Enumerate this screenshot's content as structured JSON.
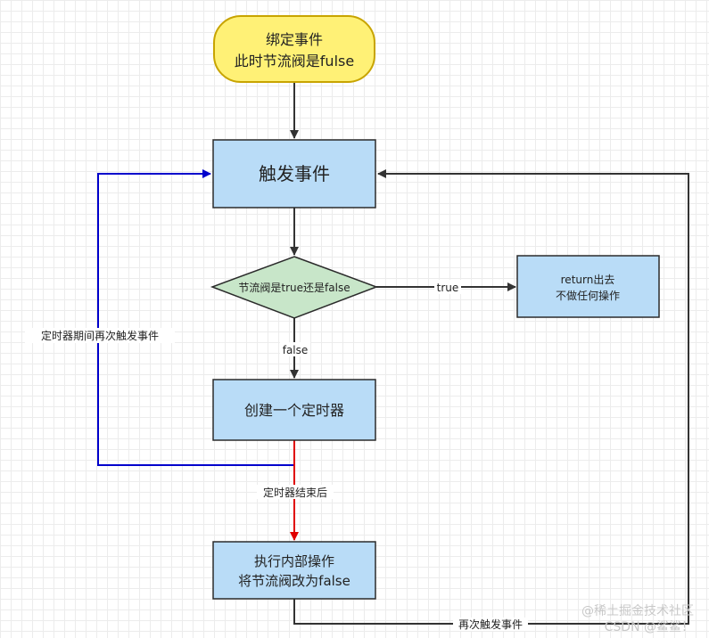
{
  "nodes": {
    "start": {
      "line1": "绑定事件",
      "line2": "此时节流阀是fulse"
    },
    "trigger": {
      "label": "触发事件"
    },
    "decision": {
      "label": "节流阀是true还是false"
    },
    "return": {
      "line1": "return出去",
      "line2": "不做任何操作"
    },
    "timer": {
      "label": "创建一个定时器"
    },
    "exec": {
      "line1": "执行内部操作",
      "line2": "将节流阀改为false"
    }
  },
  "edges": {
    "true_label": "true",
    "false_label": "false",
    "timer_period_label": "定时器期间再次触发事件",
    "timer_end_label": "定时器结束后",
    "retrigger_label": "再次触发事件"
  },
  "watermark": "@稀土掘金技术社区",
  "watermark2": "CSDN @鲨鲨！",
  "colors": {
    "start_fill": "#fff176",
    "start_stroke": "#c8a400",
    "box_fill": "#b9dcf7",
    "box_stroke": "#2b2b2b",
    "decision_fill": "#c8e6c9",
    "decision_stroke": "#2b2b2b",
    "blue_line": "#0000cc",
    "red_line": "#e00000",
    "dark_line": "#333333"
  }
}
